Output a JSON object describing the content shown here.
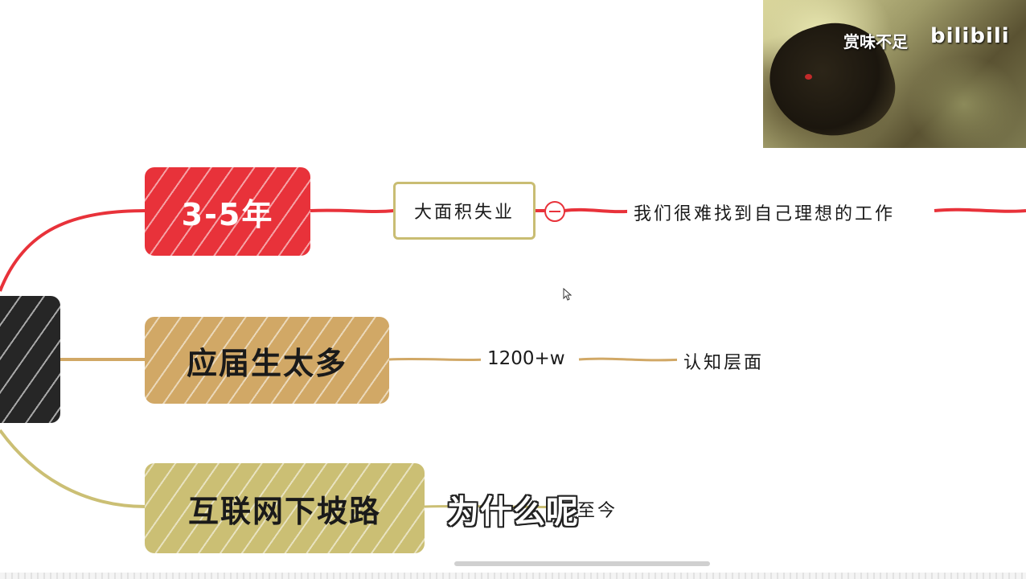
{
  "mindmap": {
    "root": {
      "label": ""
    },
    "branches": [
      {
        "topic": "3-5年",
        "color": "#e8323a",
        "boxed_child": "大面积失业",
        "collapse_symbol": "−",
        "leaf": "我们很难找到自己理想的工作"
      },
      {
        "topic": "应届生太多",
        "color": "#d1a866",
        "child": "1200+w",
        "leaf": "认知层面"
      },
      {
        "topic": "互联网下坡路",
        "color": "#cbbf74",
        "leaf": "至今"
      }
    ]
  },
  "subtitle": {
    "text": "为什么呢"
  },
  "webcam": {
    "watermark": "赏味不足",
    "logo": "bilibili"
  },
  "icons": {
    "collapse": "minus-circle-icon",
    "cursor": "mouse-pointer-icon"
  }
}
